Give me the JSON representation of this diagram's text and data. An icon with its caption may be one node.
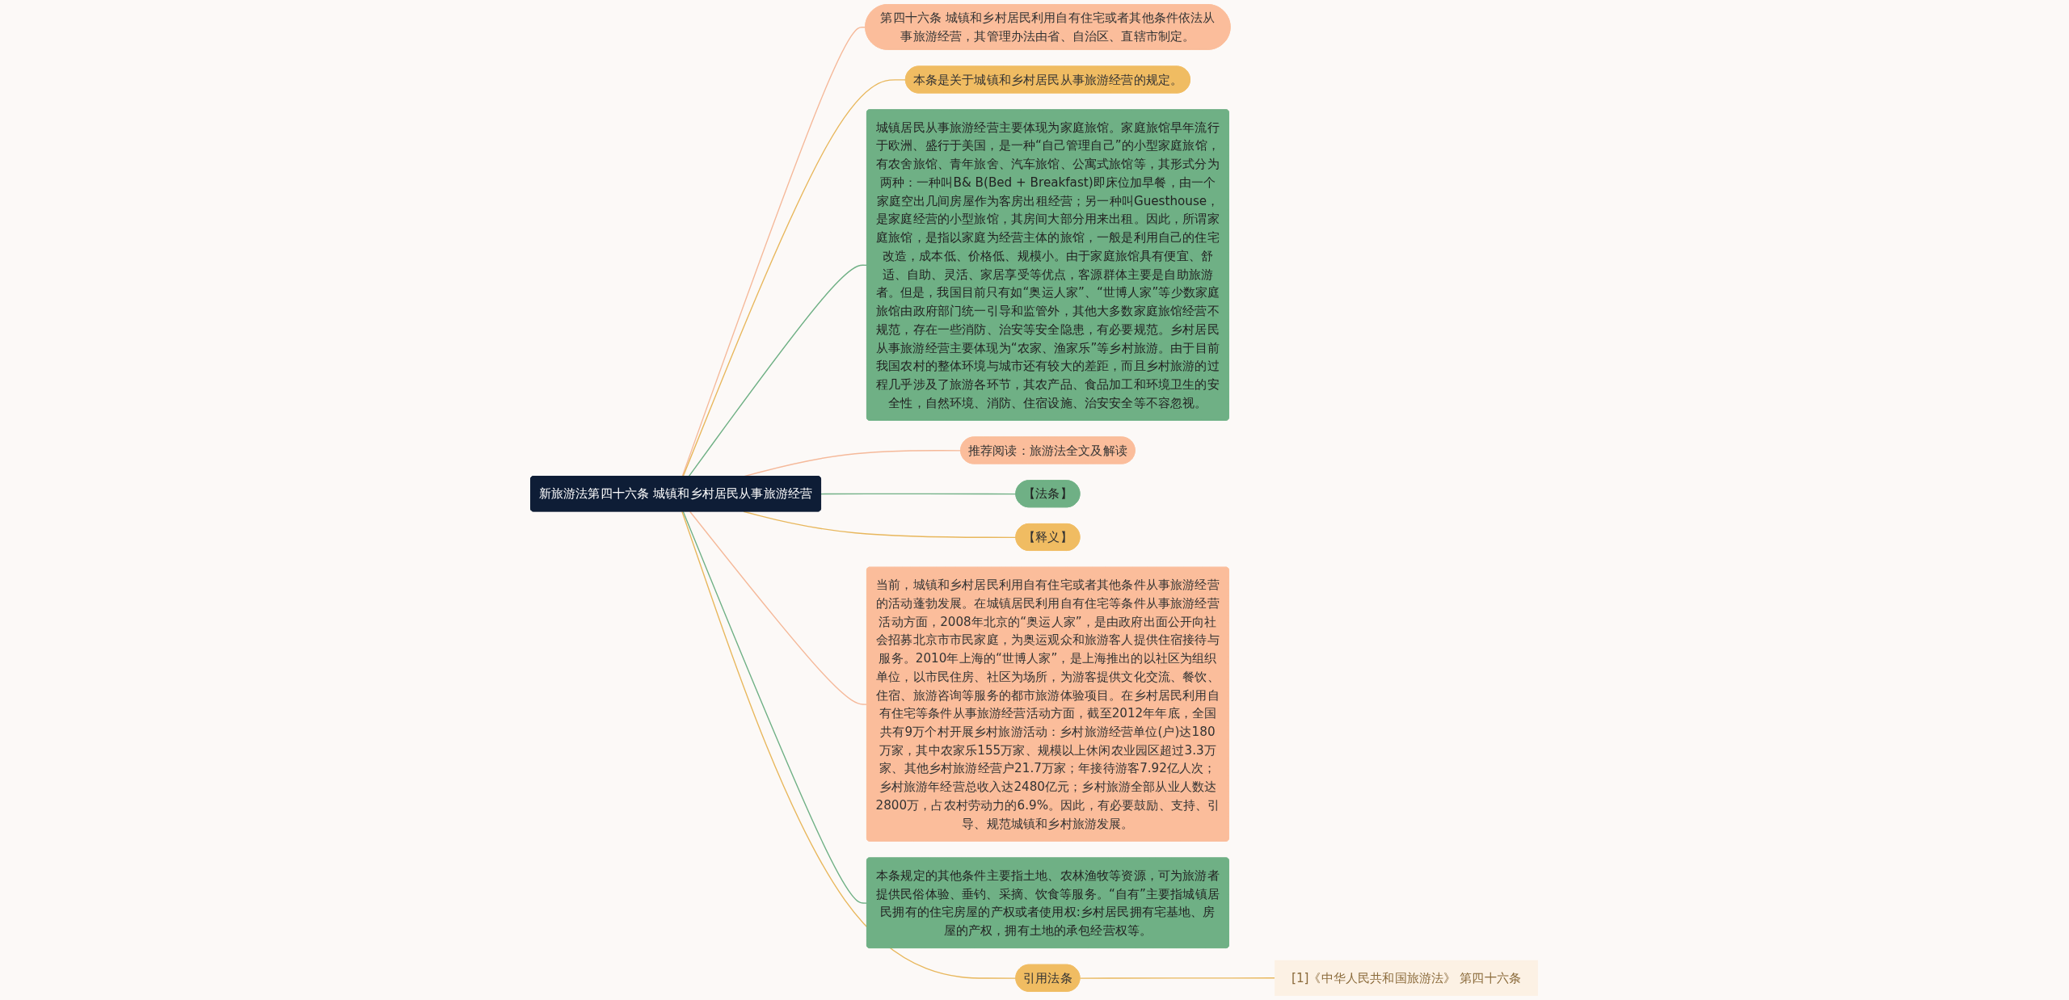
{
  "diagram": {
    "nodes": [
      {
        "text": [
          "新旅游法第四十六条 城镇和乡村居民从事旅游经营"
        ]
      },
      {
        "text": [
          "第四十六条 城镇和乡村居民利用自有住宅或者其他条件依法从事旅游经营，其管理办法由省、自治区、直辖市制定。"
        ]
      },
      {
        "text": [
          "本条是关于城镇和乡村居民从事旅游经营的规定。"
        ]
      },
      {
        "text": [
          "城镇居民从事旅游经营主要体现为家庭旅馆。家庭旅馆早年流行于欧洲、盛行于美国，是一种“自己管理自己”的小型家庭旅馆，有农舍旅馆、青年旅舍、汽车旅馆、公寓式旅馆等，其形式分为两种：一种叫B& B(Bed + Breakfast)即床位加早餐，由一个家庭空出几间房屋作为客房出租经营；另一种叫Guesthouse，是家庭经营的小型旅馆，其房间大部分用来出租。因此，所谓家庭旅馆，是指以家庭为经营主体的旅馆，一般是利用自己的住宅改造，成本低、价格低、规模小。由于家庭旅馆具有便宜、舒适、自助、灵活、家居享受等优点，客源群体主要是自助旅游者。但是，我国目前只有如“奥运人家”、“世博人家”等少数家庭旅馆由政府部门统一引导和监管外，其他大多数家庭旅馆经营不规范，存在一些消防、治安等安全隐患，有必要规范。乡村居民从事旅游经营主要体现为“农家、渔家乐”等乡村旅游。由于目前我国农村的整体环境与城市还有较大的差距，而且乡村旅游的过程几乎涉及了旅游各环节，其农产品、食品加工和环境卫生的安全性，自然环境、消防、住宿设施、治安安全等不容忽视。"
        ]
      },
      {
        "text": [
          "推荐阅读：旅游法全文及解读"
        ]
      },
      {
        "text": [
          "【法条】"
        ]
      },
      {
        "text": [
          "【释义】"
        ]
      },
      {
        "text": [
          "当前，城镇和乡村居民利用自有住宅或者其他条件从事旅游经营的活动蓬勃发展。在城镇居民利用自有住宅等条件从事旅游经营活动方面，2008年北京的“奥运人家”，是由政府出面公开向社会招募北京市市民家庭，为奥运观众和旅游客人提供住宿接待与服务。2010年上海的“世博人家”，是上海推出的以社区为组织单位，以市民住房、社区为场所，为游客提供文化交流、餐饮、住宿、旅游咨询等服务的都市旅游体验项目。在乡村居民利用自有住宅等条件从事旅游经营活动方面，截至2012年年底，全国共有9万个村开展乡村旅游活动：乡村旅游经营单位(户)达180万家，其中农家乐155万家、规模以上休闲农业园区超过3.3万家、其他乡村旅游经营户21.7万家；年接待游客7.92亿人次；乡村旅游年经营总收入达2480亿元；乡村旅游全部从业人数达2800万，占农村劳动力的6.9%。因此，有必要鼓励、支持、引导、规范城镇和乡村旅游发展。"
        ]
      },
      {
        "text": [
          "本条规定的其他条件主要指土地、农林渔牧等资源，可为旅游者提供民俗体验、垂钓、采摘、饮食等服务。“自有”主要指城镇居民拥有的住宅房屋的产权或者使用权:乡村居民拥有宅基地、房屋的产权，拥有土地的承包经营权等。"
        ]
      },
      {
        "text": [
          "引用法条"
        ]
      },
      {
        "text": [
          "[1]《中华人民共和国旅游法》 第四十六条"
        ]
      }
    ],
    "edges": [
      {
        "from": 0,
        "to": 1,
        "arrow": "none",
        "color": "#f5b99a"
      },
      {
        "from": 0,
        "to": 2,
        "arrow": "none",
        "color": "#e8b75c"
      },
      {
        "from": 0,
        "to": 3,
        "arrow": "none",
        "color": "#6fb085"
      },
      {
        "from": 0,
        "to": 4,
        "arrow": "none",
        "color": "#f5b99a"
      },
      {
        "from": 0,
        "to": 5,
        "arrow": "none",
        "color": "#6fb085"
      },
      {
        "from": 0,
        "to": 6,
        "arrow": "none",
        "color": "#e8b75c"
      },
      {
        "from": 0,
        "to": 7,
        "arrow": "none",
        "color": "#f5b99a"
      },
      {
        "from": 0,
        "to": 8,
        "arrow": "none",
        "color": "#6fb085"
      },
      {
        "from": 0,
        "to": 9,
        "arrow": "none",
        "color": "#e8b75c"
      },
      {
        "from": 9,
        "to": 10,
        "arrow": "none",
        "color": "#e8b75c"
      }
    ]
  }
}
